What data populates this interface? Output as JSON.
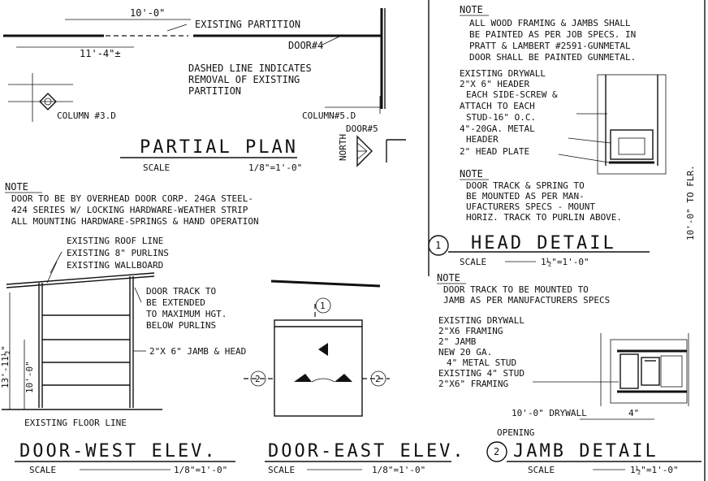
{
  "partial_plan": {
    "dim_10_0": "10'-0\"",
    "dim_11_4": "11'-4\"±",
    "existing_partition": "EXISTING PARTITION",
    "door4": "DOOR#4",
    "dashed_note": [
      "DASHED LINE INDICATES",
      "REMOVAL OF EXISTING",
      "PARTITION"
    ],
    "column3": "COLUMN #3.D",
    "column5": "COLUMN#5.D",
    "door5": "DOOR#5",
    "title": "PARTIAL PLAN",
    "scale_label": "SCALE",
    "scale_value": "1/8\"=1'-0\"",
    "north": "NORTH"
  },
  "note_overhead": {
    "title": "NOTE",
    "lines": [
      "DOOR TO BE BY OVERHEAD DOOR CORP. 24GA STEEL-",
      "424 SERIES W/ LOCKING HARDWARE-WEATHER STRIP",
      "ALL MOUNTING HARDWARE-SPRINGS & HAND OPERATION"
    ]
  },
  "west_elev": {
    "existing_roof_line": "EXISTING ROOF LINE",
    "existing_purlins": "EXISTING 8\" PURLINS",
    "existing_wallboard": "EXISTING WALLBOARD",
    "door_track_note": [
      "DOOR TRACK TO",
      "BE EXTENDED",
      "TO MAXIMUM HGT.",
      "BELOW PURLINS"
    ],
    "jamb_head": "2\"X 6\" JAMB & HEAD",
    "dim_13": "13'-11½\"",
    "dim_10": "10'-0\"",
    "existing_floor_line": "EXISTING FLOOR LINE",
    "title": "DOOR-WEST ELEV.",
    "scale_label": "SCALE",
    "scale_value": "1/8\"=1'-0\""
  },
  "east_elev": {
    "marker_1": "1",
    "marker_2_left": "2",
    "marker_2_right": "2",
    "title": "DOOR-EAST ELEV.",
    "scale_label": "SCALE",
    "scale_value": "1/8\"=1'-0\""
  },
  "note_top": {
    "title": "NOTE",
    "lines": [
      "ALL WOOD FRAMING & JAMBS SHALL",
      "BE PAINTED AS PER JOB SPECS. IN",
      "PRATT & LAMBERT #2591-GUNMETAL",
      "DOOR SHALL BE PAINTED GUNMETAL."
    ]
  },
  "head_detail": {
    "labels": [
      "EXISTING DRYWALL",
      "2\"X 6\" HEADER",
      "EACH SIDE-SCREW &",
      "ATTACH TO EACH",
      "STUD-16\" O.C.",
      "4\"-20GA. METAL",
      "HEADER",
      "2\" HEAD PLATE"
    ],
    "note_title": "NOTE",
    "note_lines": [
      "DOOR TRACK & SPRING TO",
      "BE MOUNTED AS PER MAN-",
      "UFACTURERS SPECS - MOUNT",
      "HORIZ. TRACK TO PURLIN ABOVE."
    ],
    "dim_side": "10'-0\" TO FLR.",
    "marker": "1",
    "title": "HEAD DETAIL",
    "scale_label": "SCALE",
    "scale_value": "1½\"=1'-0\""
  },
  "jamb_detail": {
    "note_title": "NOTE",
    "note_lines": [
      "DOOR TRACK TO BE MOUNTED TO",
      "JAMB AS PER MANUFACTURERS SPECS"
    ],
    "labels": [
      "EXISTING DRYWALL",
      "2\"X6 FRAMING",
      "2\" JAMB",
      "NEW 20 GA.",
      "4\" METAL STUD",
      "EXISTING 4\" STUD",
      "2\"X6\" FRAMING"
    ],
    "drywall_opening": [
      "10'-0\" DRYWALL",
      "OPENING"
    ],
    "dim_4": "4\"",
    "marker": "2",
    "title": "JAMB DETAIL",
    "scale_label": "SCALE",
    "scale_value": "1½\"=1'-0\""
  }
}
